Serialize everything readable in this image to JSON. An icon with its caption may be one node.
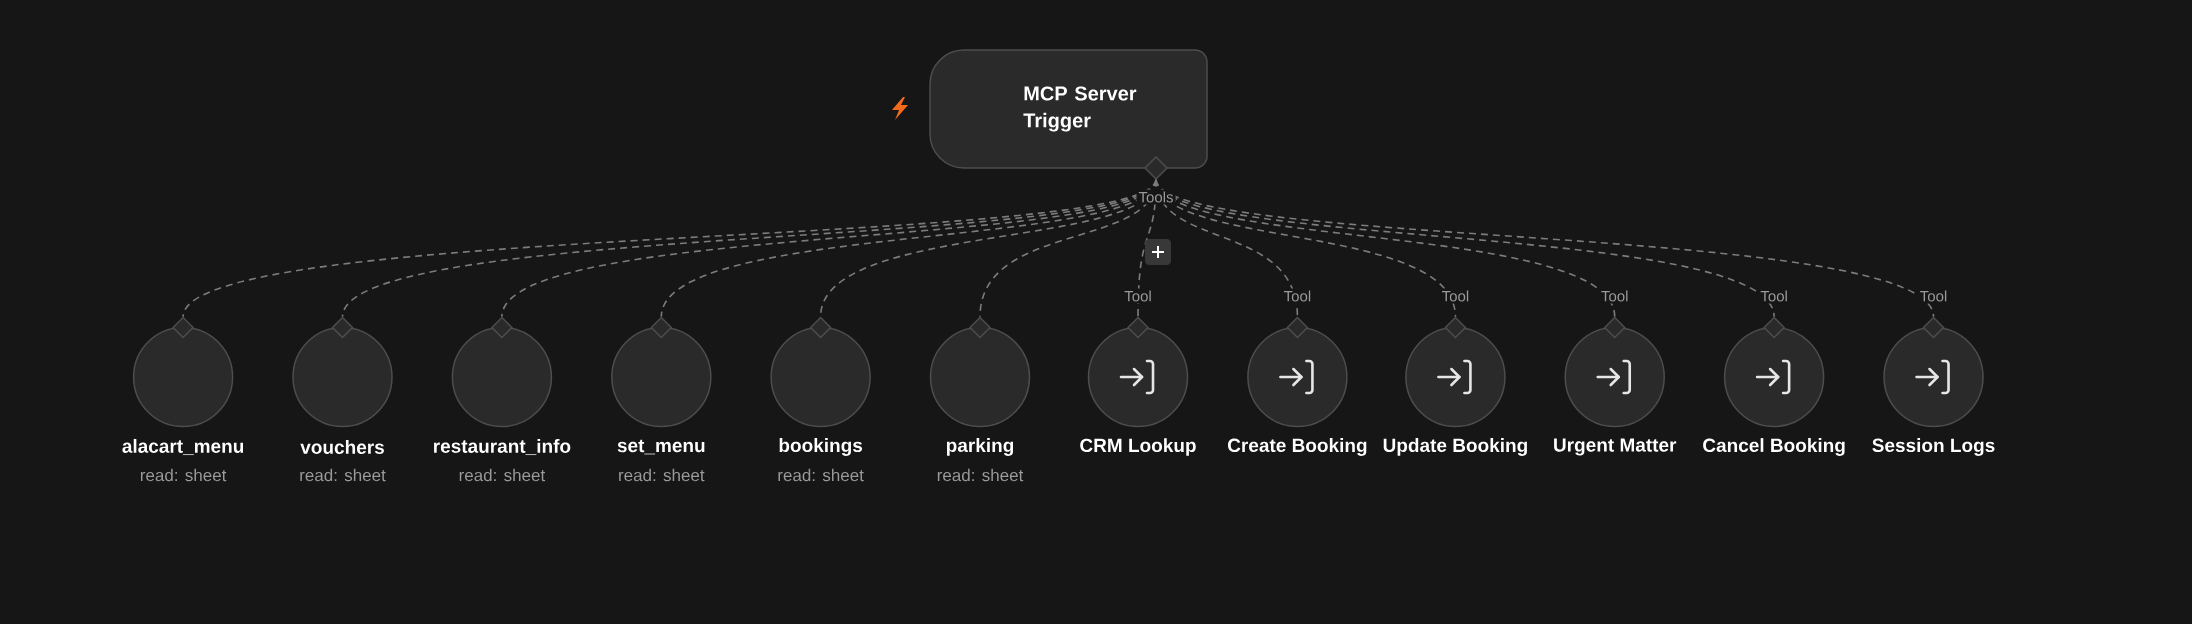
{
  "diagram": {
    "nodes": [
      {
        "text": [
          "MCP Server Trigger"
        ],
        "beside": [
          "Tools"
        ]
      },
      {
        "text": [
          "alacart_menu",
          "read: sheet"
        ]
      },
      {
        "text": [
          "vouchers",
          "read: sheet"
        ]
      },
      {
        "text": [
          "restaurant_info",
          "read: sheet"
        ]
      },
      {
        "text": [
          "set_menu",
          "read: sheet"
        ]
      },
      {
        "text": [
          "bookings",
          "read: sheet"
        ]
      },
      {
        "text": [
          "parking",
          "read: sheet"
        ]
      },
      {
        "text": [
          "CRM Lookup"
        ],
        "beside": [
          "Tool"
        ]
      },
      {
        "text": [
          "Create Booking"
        ],
        "beside": [
          "Tool"
        ]
      },
      {
        "text": [
          "Update Booking"
        ],
        "beside": [
          "Tool"
        ]
      },
      {
        "text": [
          "Urgent Matter"
        ],
        "beside": [
          "Tool"
        ]
      },
      {
        "text": [
          "Cancel Booking"
        ],
        "beside": [
          "Tool"
        ]
      },
      {
        "text": [
          "Session Logs"
        ],
        "beside": [
          "Tool"
        ]
      }
    ],
    "edges": [
      {
        "from": 0,
        "to": 1,
        "arrow": "none",
        "style": "dashed"
      },
      {
        "from": 0,
        "to": 2,
        "arrow": "none",
        "style": "dashed"
      },
      {
        "from": 0,
        "to": 3,
        "arrow": "none",
        "style": "dashed"
      },
      {
        "from": 0,
        "to": 4,
        "arrow": "none",
        "style": "dashed"
      },
      {
        "from": 0,
        "to": 5,
        "arrow": "none",
        "style": "dashed"
      },
      {
        "from": 0,
        "to": 6,
        "arrow": "none",
        "style": "dashed"
      },
      {
        "from": 0,
        "to": 7,
        "arrow": "none",
        "style": "dashed"
      },
      {
        "from": 0,
        "to": 8,
        "arrow": "none",
        "style": "dashed"
      },
      {
        "from": 0,
        "to": 9,
        "arrow": "none",
        "style": "dashed"
      },
      {
        "from": 0,
        "to": 10,
        "arrow": "none",
        "style": "dashed"
      },
      {
        "from": 0,
        "to": 11,
        "arrow": "none",
        "style": "dashed"
      },
      {
        "from": 0,
        "to": 12,
        "arrow": "none",
        "style": "dashed"
      }
    ]
  }
}
